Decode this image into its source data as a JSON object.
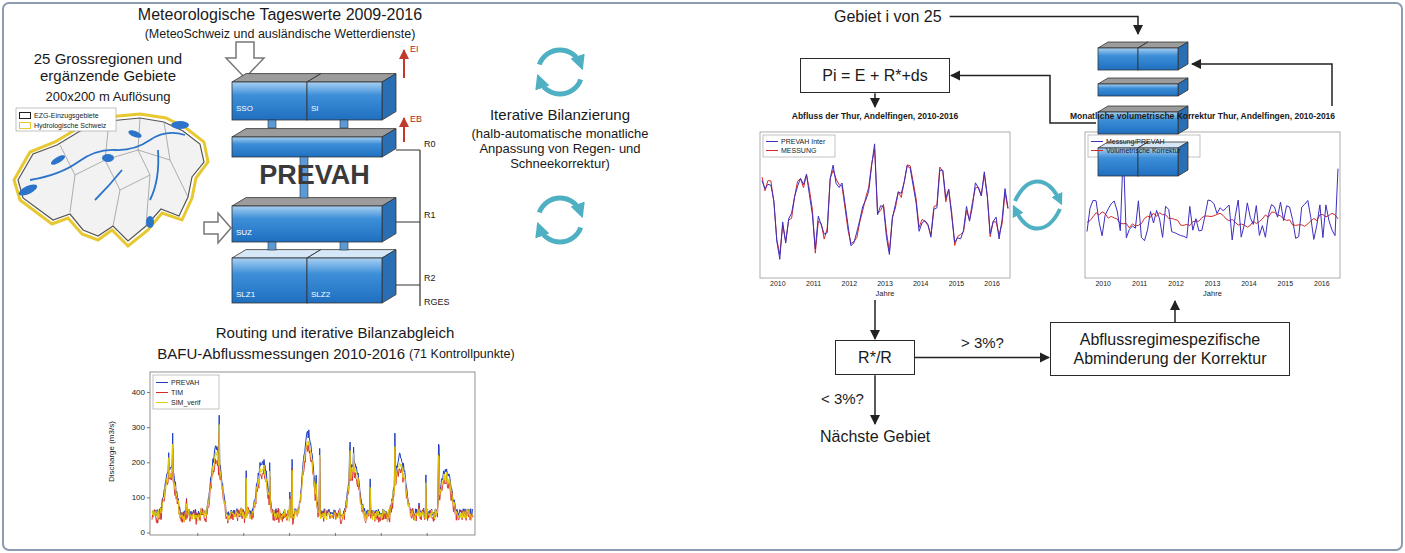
{
  "diagram": {
    "nodes": [
      {
        "text": [
          "Gebiet i von 25"
        ]
      },
      {
        "text": [
          "Pi = E + R*+ds"
        ]
      },
      {
        "text": [
          "Abfluss der Thur, Andelfingen, 2010-2016"
        ]
      },
      {
        "text": [
          "Monatliche volumetrische Korrektur Thur, Andelfingen, 2010-2016"
        ]
      },
      {
        "text": [
          "R*/R"
        ]
      },
      {
        "text": [
          "Abflussregimespezifische Abminderung der Korrektur"
        ]
      },
      {
        "text": [
          "Nächste Gebiet"
        ]
      }
    ],
    "edges": [
      {
        "from": 1,
        "to": 2,
        "arrow": "to"
      },
      {
        "from": 2,
        "to": 3,
        "arrow": "both"
      },
      {
        "from": 2,
        "to": 4,
        "arrow": "to"
      },
      {
        "from": 4,
        "to": 5,
        "label": "> 3%?",
        "arrow": "to"
      },
      {
        "from": 5,
        "to": 3,
        "arrow": "to"
      },
      {
        "from": 4,
        "to": 6,
        "label": "< 3%?",
        "arrow": "to"
      }
    ],
    "labels": [
      "Meteorologische Tageswerte 2009-2016",
      "(MeteoSchweiz und ausländische Wetterdienste)",
      "25 Grossregionen und ergänzende Gebiete",
      "200x200 m Auflösung",
      "PREVAH",
      "EI",
      "EB",
      "R0",
      "R1",
      "R2",
      "RGES",
      "SSO",
      "SI",
      "SUZ",
      "SLZ1",
      "SLZ2",
      "Iterative Bilanzierung",
      "(halb-automatische monatliche Anpassung von Regen- und Schneekorrektur)",
      "Routing und iterative Bilanzabgleich",
      "BAFU-Abflussmessungen 2010-2016",
      "(71 Kontrollpunkte)",
      "Discharge (m3/s)",
      "0",
      "100",
      "200",
      "300",
      "400",
      "Jahre",
      "2010",
      "2011",
      "2012",
      "2013",
      "2014",
      "2015",
      "2016",
      "Jahre",
      "2010",
      "2011",
      "2012",
      "2013",
      "2014",
      "2015",
      "2016"
    ],
    "legend": [
      {
        "text": "EZG-Einzugsgebiete",
        "color": "#222222"
      },
      {
        "text": "Hydrologische Schweiz",
        "color": "#e8c830"
      },
      {
        "text": "PREVAH"
      },
      {
        "text": "TIM"
      },
      {
        "text": "SIM_verif"
      },
      {
        "text": "PREVAH Inter"
      },
      {
        "text": "MESSUNG"
      },
      {
        "text": "Messung/PREVAH"
      },
      {
        "text": "Volumetrische Korrektur"
      }
    ]
  }
}
